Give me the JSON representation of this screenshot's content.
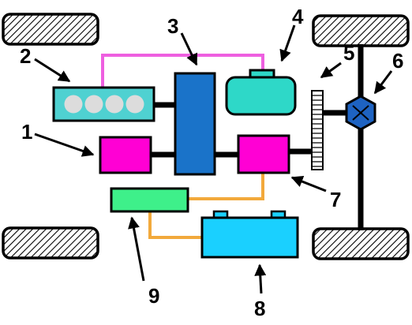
{
  "diagram": {
    "labels": {
      "l1": "1",
      "l2": "2",
      "l3": "3",
      "l4": "4",
      "l5": "5",
      "l6": "6",
      "l7": "7",
      "l8": "8",
      "l9": "9"
    },
    "colors": {
      "engine": "#4fd1d1",
      "gearbox": "#1a73c9",
      "fuel_tank": "#2ed8c8",
      "motor_generator": "#ff00d4",
      "controller": "#3ef08a",
      "battery": "#1ad0ff",
      "pipe_magenta": "#ee5fe0",
      "wire_orange": "#f2a93b",
      "differential": "#1e63c2",
      "shaft": "#000000"
    },
    "icons": {
      "wheel": "wheel-hatched",
      "differential": "differential-hexagon",
      "gear": "gear-rack"
    }
  }
}
